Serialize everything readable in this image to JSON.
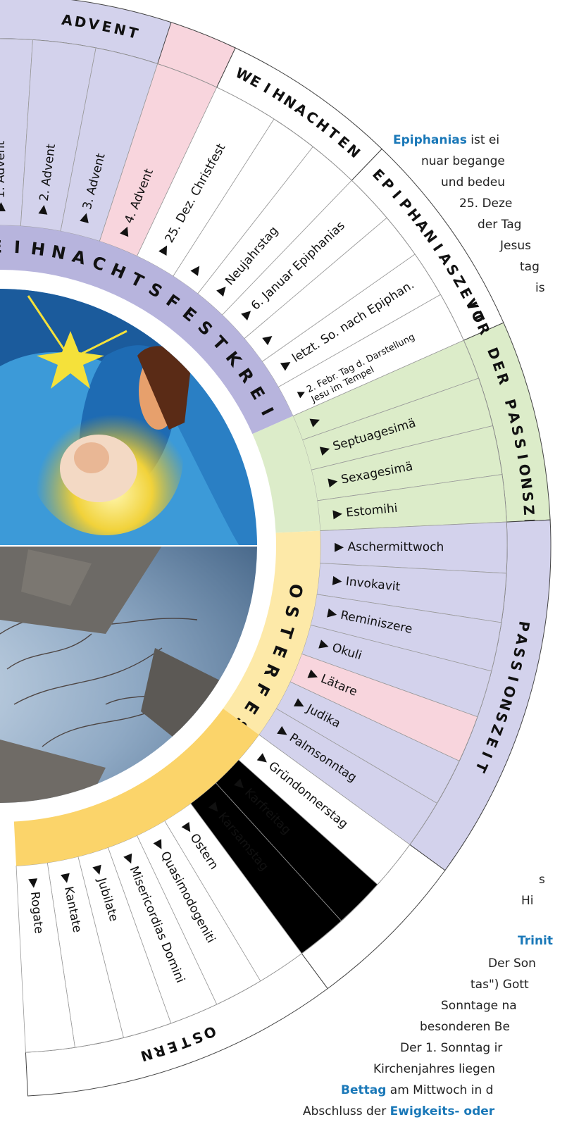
{
  "colors": {
    "lilac": "#d3d2ec",
    "lilac_dark": "#b7b4dd",
    "pink": "#f8d5dd",
    "green": "#dcecc9",
    "green_dark": "#c9e1b2",
    "yellow": "#fde9a8",
    "yellow_dark": "#fbd46a",
    "black": "#000000",
    "blue_text": "#1a78b8",
    "line": "#9a9a9a"
  },
  "season_labels": {
    "advent": "ADVENT",
    "weihnachten": "WEIHNACHTEN",
    "epiphaniaszeit": "EPIPHANIASZEIT",
    "vor_der_passionszeit": "VOR DER PASSIONSZEIT",
    "passionszeit": "PASSIONSZEIT",
    "ostern": "OSTERN"
  },
  "festkreis_labels": {
    "weihnachtsfestkreis": "WEIHNACHTSFESTKREIS",
    "osterfestkreis": "OSTERFESTKREIS"
  },
  "days": [
    {
      "label": "1. Advent",
      "color": "lilac"
    },
    {
      "label": "2. Advent",
      "color": "lilac"
    },
    {
      "label": "3. Advent",
      "color": "lilac"
    },
    {
      "label": "4. Advent",
      "color": "pink"
    },
    {
      "label": "25. Dez. Christfest",
      "color": "white"
    },
    {
      "label": "",
      "color": "white"
    },
    {
      "label": "Neujahrstag",
      "color": "white"
    },
    {
      "label": "6. Januar Epiphanias",
      "color": "white"
    },
    {
      "label": "",
      "color": "white"
    },
    {
      "label": "letzt. So. nach Epiphan.",
      "color": "white"
    },
    {
      "label": "2. Febr. Tag d. Darstellung",
      "label2": "Jesu im Tempel",
      "color": "white"
    },
    {
      "label": "",
      "color": "green"
    },
    {
      "label": "Septuagesimä",
      "color": "green"
    },
    {
      "label": "Sexagesimä",
      "color": "green"
    },
    {
      "label": "Estomihi",
      "color": "green"
    },
    {
      "label": "Aschermittwoch",
      "color": "lilac"
    },
    {
      "label": "Invokavit",
      "color": "lilac"
    },
    {
      "label": "Reminiszere",
      "color": "lilac"
    },
    {
      "label": "Okuli",
      "color": "lilac"
    },
    {
      "label": "Lätare",
      "color": "pink"
    },
    {
      "label": "Judika",
      "color": "lilac"
    },
    {
      "label": "Palmsonntag",
      "color": "lilac"
    },
    {
      "label": "Gründonnerstag",
      "color": "white"
    },
    {
      "label": "Karfreitag",
      "color": "black"
    },
    {
      "label": "Karsamstag",
      "color": "black"
    },
    {
      "label": "Ostern",
      "color": "white"
    },
    {
      "label": "Quasimodogeniti",
      "color": "white"
    },
    {
      "label": "Misericordias Domini",
      "color": "white"
    },
    {
      "label": "Jubilate",
      "color": "white"
    },
    {
      "label": "Kantate",
      "color": "white"
    },
    {
      "label": "Rogate",
      "color": "white"
    }
  ],
  "text_epiphanias": {
    "lines": [
      "ist ei",
      "nuar begange",
      "und  bedeu",
      "25. Deze",
      "der Tag",
      "Jesus",
      "tag",
      "is"
    ],
    "bold_word": "Epiphanias"
  },
  "text_right": {
    "line_s": "s",
    "line_hi": "Hi",
    "trinit": "Trinit",
    "line1": "Der Son",
    "line2": "tas\") Gott",
    "line3": "Sonntage na",
    "line4": "besonderen Be",
    "line5": "Der 1. Sonntag ir",
    "line6": "Kirchenjahres liegen",
    "bettag": "Bettag",
    "line7_rest": " am Mittwoch in d",
    "line8_pre": "Abschluss der ",
    "line8_bold": "Ewigkeits- oder"
  }
}
